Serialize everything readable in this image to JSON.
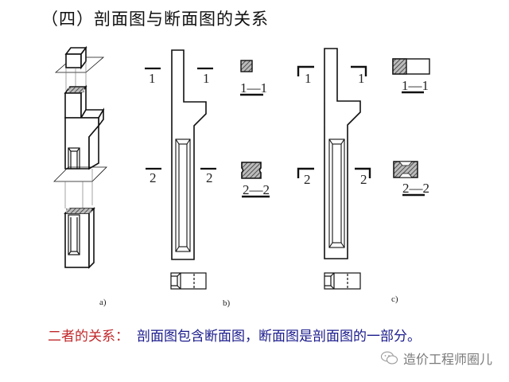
{
  "title": "（四）剖面图与断面图的关系",
  "figures": {
    "a": {
      "caption": "a)"
    },
    "b": {
      "caption": "b)",
      "cut1_left": "1",
      "cut1_right": "1",
      "cut2_left": "2",
      "cut2_right": "2",
      "section1_label": "1—1",
      "section2_label": "2—2"
    },
    "c": {
      "caption": "c)",
      "cut1_left": "1",
      "cut1_right": "1",
      "cut2_left": "2",
      "cut2_right": "2",
      "section1_label": "1—1",
      "section2_label": "2—2"
    }
  },
  "relation": {
    "key": "二者的关系：",
    "value": "剖面图包含断面图，断面图是剖面图的一部分。"
  },
  "watermark": {
    "icon": "wechat-icon",
    "text": "造价工程师圈儿"
  },
  "colors": {
    "key_red": "#c0282a",
    "value_blue": "#1a1a8c",
    "watermark_gray": "#7a7a7a"
  }
}
